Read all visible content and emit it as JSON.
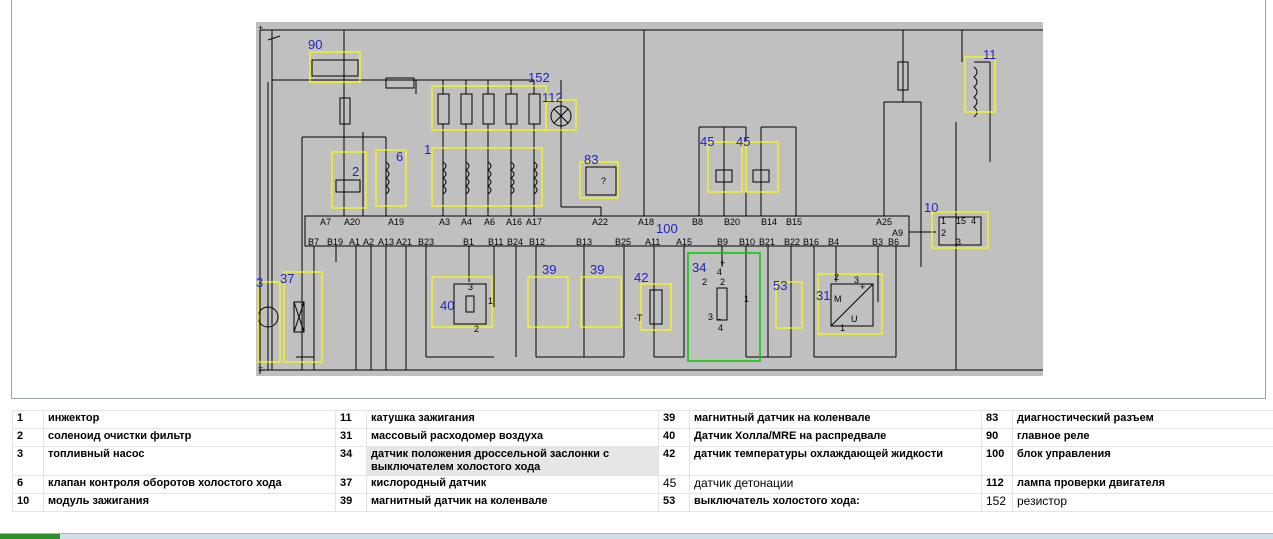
{
  "diagram": {
    "component_labels": [
      {
        "id": "90"
      },
      {
        "id": "152"
      },
      {
        "id": "112"
      },
      {
        "id": "1"
      },
      {
        "id": "2"
      },
      {
        "id": "6"
      },
      {
        "id": "83"
      },
      {
        "id": "45a",
        "text": "45"
      },
      {
        "id": "45b",
        "text": "45"
      },
      {
        "id": "11"
      },
      {
        "id": "10"
      },
      {
        "id": "100"
      },
      {
        "id": "3"
      },
      {
        "id": "37"
      },
      {
        "id": "40"
      },
      {
        "id": "39a",
        "text": "39"
      },
      {
        "id": "39b",
        "text": "39"
      },
      {
        "id": "42"
      },
      {
        "id": "34"
      },
      {
        "id": "53"
      },
      {
        "id": "31"
      }
    ],
    "top_pins": [
      "A7",
      "A20",
      "A19",
      "A3",
      "A4",
      "A6",
      "A16",
      "A17",
      "A22",
      "A18",
      "B8",
      "B20",
      "B14",
      "B15",
      "A25"
    ],
    "bottom_pins": [
      "B7",
      "B19",
      "A1",
      "A2",
      "A13",
      "A21",
      "B23",
      "B1",
      "B11",
      "B24",
      "B12",
      "B13",
      "B25",
      "A11",
      "A15",
      "B9",
      "B10",
      "B21",
      "B22",
      "B16",
      "B4",
      "B3",
      "B6"
    ],
    "other_pins": [
      "A9"
    ],
    "inner_marks": [
      "1",
      "15",
      "4",
      "2",
      "3",
      "?",
      "M",
      "U",
      "+",
      "-T",
      "3",
      "1",
      "2",
      "4",
      "1",
      "2",
      "3",
      "4",
      "2",
      "3",
      "1",
      "2",
      "+",
      "-"
    ],
    "power_marks": [
      "+",
      "="
    ]
  },
  "legend": {
    "rows": [
      [
        {
          "num": "1",
          "text": "инжектор"
        },
        {
          "num": "11",
          "text": "катушка зажигания"
        },
        {
          "num": "39",
          "text": "магнитный датчик на коленвале"
        },
        {
          "num": "83",
          "text": "диагностический разъем"
        }
      ],
      [
        {
          "num": "2",
          "text": "соленоид очистки фильтр"
        },
        {
          "num": "31",
          "text": "массовый расходомер воздуха"
        },
        {
          "num": "40",
          "text": "Датчик Холла/MRE на распредвале"
        },
        {
          "num": "90",
          "text": "главное реле"
        }
      ],
      [
        {
          "num": "3",
          "text": "топливный насос"
        },
        {
          "num": "34",
          "text": "датчик положения дроссельной заслонки с выключателем холостого хода"
        },
        {
          "num": "42",
          "text": "датчик температуры охлаждающей жидкости"
        },
        {
          "num": "100",
          "text": "блок управления"
        }
      ],
      [
        {
          "num": "6",
          "text": "клапан контроля оборотов холостого хода"
        },
        {
          "num": "37",
          "text": "кислородный датчик"
        },
        {
          "num": "45",
          "text": "датчик детонации"
        },
        {
          "num": "112",
          "text": "лампа проверки двигателя"
        }
      ],
      [
        {
          "num": "10",
          "text": "модуль зажигания"
        },
        {
          "num": "39",
          "text": "магнитный датчик на коленвале"
        },
        {
          "num": "53",
          "text": "выключатель холостого хода:"
        },
        {
          "num": "152",
          "text": "резистор"
        }
      ]
    ]
  },
  "colors": {
    "canvas": "#c0c0c0",
    "wire": "#000000",
    "highlight": "#ffff00",
    "selection": "#00cc00",
    "label": "#1f1fd0"
  }
}
